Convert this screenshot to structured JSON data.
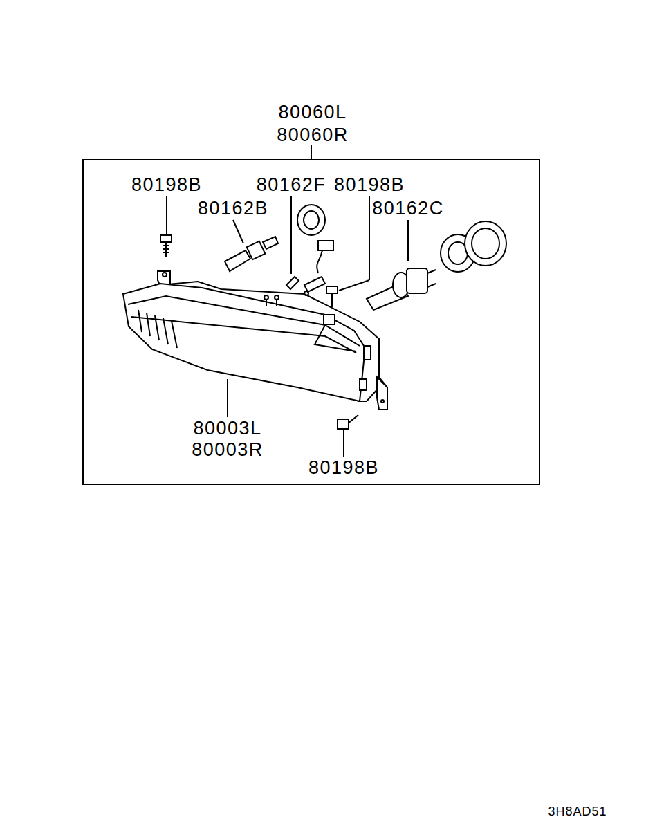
{
  "diagram": {
    "nodes": [
      {
        "text": [
          "80060L",
          "80060R"
        ]
      }
    ],
    "labels": [
      "80198B",
      "80162F",
      "80198B",
      "80162B",
      "80162C",
      "80003L",
      "80003R",
      "80198B",
      "3H8AD51"
    ]
  }
}
